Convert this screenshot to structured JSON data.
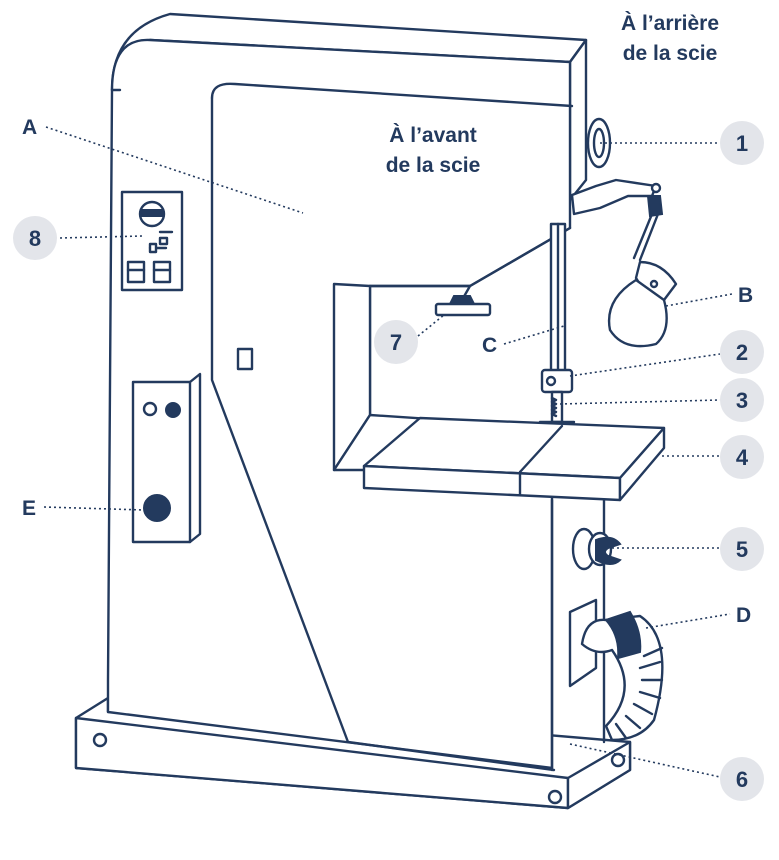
{
  "headings": {
    "back_line1": "À l’arrière",
    "back_line2": "de la scie",
    "front_line1": "À l’avant",
    "front_line2": "de la scie"
  },
  "labels": {
    "A": "A",
    "B": "B",
    "C": "C",
    "D": "D",
    "E": "E"
  },
  "badges": {
    "n1": "1",
    "n2": "2",
    "n3": "3",
    "n4": "4",
    "n5": "5",
    "n6": "6",
    "n7": "7",
    "n8": "8"
  },
  "colors": {
    "ink": "#233a5e",
    "badge_fill": "#e3e5ea",
    "background": "#ffffff"
  }
}
